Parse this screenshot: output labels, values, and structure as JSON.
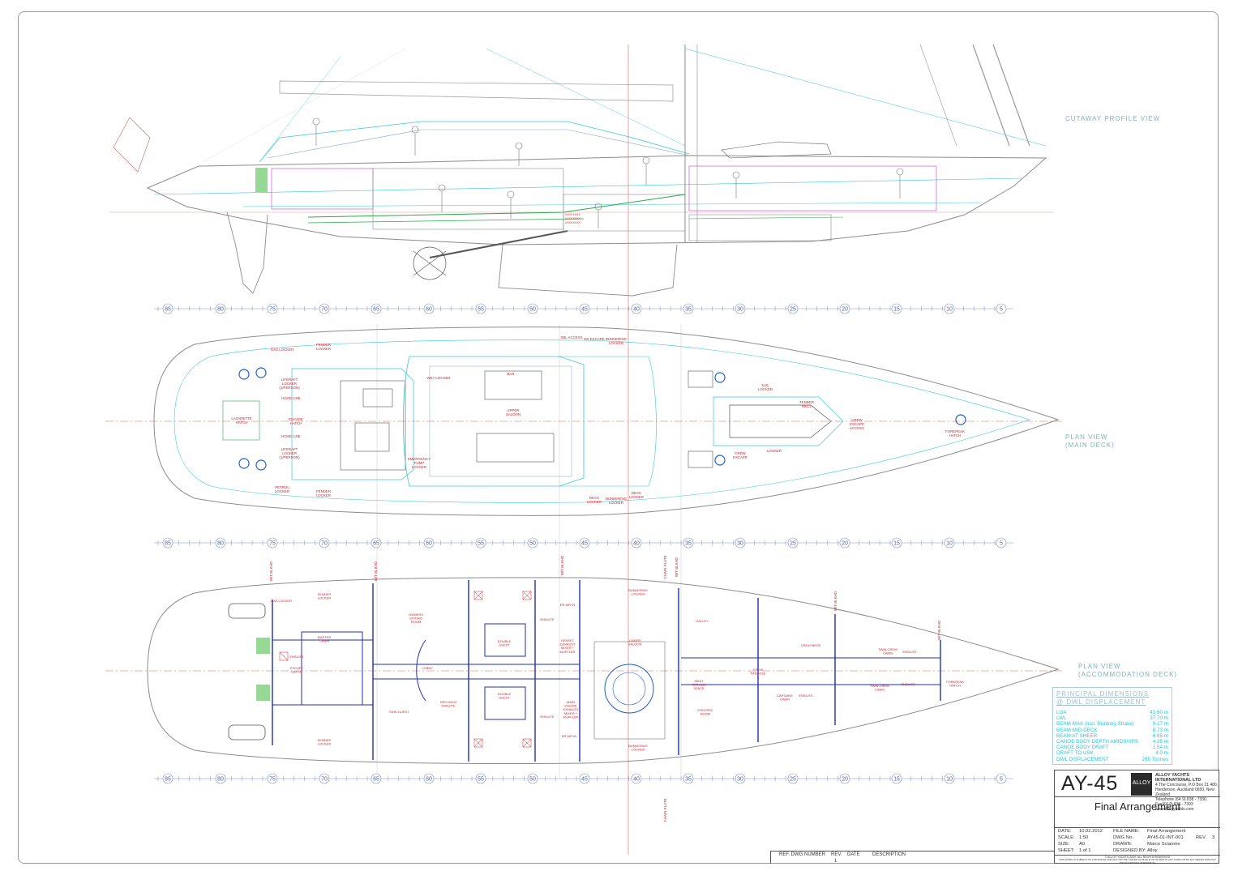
{
  "views": {
    "profile_label": "CUTAWAY PROFILE VIEW",
    "plan_label": "PLAN VIEW",
    "plan_sub": "(MAIN DECK)",
    "accom_label": "PLAN VIEW",
    "accom_sub": "(ACCOMMODATION DECK)"
  },
  "frame_numbers": [
    "85",
    "80",
    "75",
    "70",
    "65",
    "60",
    "55",
    "50",
    "45",
    "40",
    "35",
    "30",
    "25",
    "20",
    "15",
    "10",
    "5"
  ],
  "main_deck_labels": {
    "gas_locker": "GAS LOCKER",
    "fender_locker_1": "FENDER LOCKER",
    "liferaft_1": "LIFERAFT LOCKER (1/PERSON)",
    "hose_line_1": "HOSE LINE",
    "escape_hatch": "ESCAPE HATCH",
    "lazarette_hatch": "LAZARETTE HATCH",
    "hose_line_2": "HOSE LINE",
    "liferaft_2": "LIFERAFT LOCKER (1/PERSON)",
    "petrol_locker": "PETROL LOCKER",
    "fender_locker_2": "FENDER LOCKER",
    "wet_locker": "WET LOCKER",
    "bar": "BAR",
    "upper_saloon": "UPPER SALOON",
    "emergency_pump": "EMERGENCY PUMP LOCKER",
    "sbl_access": "SBL ACCESS",
    "er_escape": "ER ESCAPE",
    "bunkering_locker_1": "BUNKERING LOCKER",
    "deck_locker_1": "DECK LOCKER",
    "bunkering_locker_2": "BUNKERING LOCKER",
    "deck_locker_2": "DECK LOCKER",
    "sail_locker": "SAIL LOCKER",
    "tender_well": "TENDER WELL",
    "crew_escape": "CREW ESCAPE",
    "locker": "LOCKER",
    "crew_escape_access": "CREW ESCAPE ACCESS",
    "forepeak_hatch": "FOREPEAK HATCH"
  },
  "accom_labels": {
    "wt_bhd_1": "W/T BLKHD",
    "wt_bhd_2": "W/T BLKHD",
    "wt_bhd_3": "W/T BLKHD",
    "wt_bhd_4": "W/T BLKHD",
    "wt_bhd_5": "W/T BLKHD",
    "wt_bhd_6": "W/T BLKHD",
    "chain_plate_1": "CHAIN PLATE",
    "chain_plate_2": "CHAIN PLATE",
    "master_cabin": "MASTER CABIN",
    "ensuite_m": "ENSUITE",
    "escape_hatch_a": "ESCAPE HATCH",
    "owners_sitting": "OWNERS SITTING ROOM",
    "lobby": "LOBBY",
    "twin_guest": "TWIN GUEST",
    "dry_hold": "DRY HOLD ENSUITE",
    "double_guest_1": "DOUBLE GUEST",
    "double_guest_2": "DOUBLE GUEST",
    "ensuite_1": "ENSUITE",
    "ensuite_2": "ENSUITE",
    "gen_exhaust_1": "GENSET EXHAUST MIXER + MUFFLER",
    "gen_exhaust_2": "MAIN ENGINE EXHAUST MIXER + MUFFLER",
    "er_air_1": "ER AIR IN",
    "er_air_2": "ER AIR IN",
    "lower_saloon": "LOWER SALOON",
    "galley": "GALLEY",
    "mast_service": "MAST SERVICE SPACE",
    "crew_passage": "CREW PASSAGE",
    "control_room": "CONTROL ROOM",
    "captains_cabin": "CAPTAINS CABIN",
    "crew_mess": "CREW MESS",
    "twin_crew_1": "TWIN CREW CABIN",
    "twin_crew_2": "TWIN CREW CABIN",
    "ensuite_c1": "ENSUITE",
    "ensuite_c2": "ENSUITE",
    "ensuite_c3": "ENSUITE",
    "forepeak_hatch": "FOREPEAK HATCH",
    "fender_locker_a": "FENDER LOCKER",
    "fender_locker_b": "FENDER LOCKER",
    "gas_locker_a": "GAS LOCKER",
    "bunkering_a": "BUNKERING LOCKER",
    "bunkering_b": "BUNKERING LOCKER"
  },
  "principal_dimensions": {
    "title": "PRINCIPAL DIMENSIONS",
    "subtitle": "@ DWL DISPLACEMENT",
    "rows": [
      {
        "label": "LOA",
        "value": "43.60 m"
      },
      {
        "label": "LWL",
        "value": "37.70 m"
      },
      {
        "label": "BEAM MAX (Incl. Rubbing Strake)",
        "value": "9.17 m"
      },
      {
        "label": "BEAM MID-DECK",
        "value": "8.73 m"
      },
      {
        "label": "BEAM AT SHEER",
        "value": "8.65 m"
      },
      {
        "label": "CANOE BODY DEPTH AMIDSHIPS",
        "value": "4.35 m"
      },
      {
        "label": "CANOE BODY DRAFT",
        "value": "1.54 m"
      },
      {
        "label": "DRAFT TO USK",
        "value": "4.0 m"
      },
      {
        "label": "DWL DISPLACEMENT",
        "value": "265 Tonnes"
      }
    ]
  },
  "title_block": {
    "code": "AY-45",
    "logo_text": "ALLOY",
    "company": "ALLOY YACHTS INTERNATIONAL LTD",
    "address": "4 The Concourse, P.O Box 21 480, Henderson, Auckland 0650, New Zealand",
    "phone": "Telephone (64 9) 838 - 7330, Fax(64 9) 836 - 7393",
    "web": "www.alloyyachts.com",
    "drawing_title": "Final Arrangement",
    "date_label": "DATE:",
    "date": "10.02.2012",
    "file_label": "FILE NAME:",
    "file": "Final Arrangement",
    "scale_label": "SCALE:",
    "scale": "1:50",
    "dwg_label": "DWG No.",
    "dwg": "AY45-01-INT-001",
    "rev_label": "REV.",
    "rev": "3",
    "size_label": "SIZE:",
    "size": "A0",
    "drawn_label": "DRAWN:",
    "drawn": "Marco Sciarone",
    "sheet_label": "SHEET:",
    "sheet": "1 of 1",
    "designed_label": "DESIGNED BY:",
    "designed": "Alloy",
    "copyright": "© ALLOY YACHTS 2009. ALL RIGHTS RESERVED",
    "notice": "THIS WORK IS SUBJECT TO COPYRIGHT AND MAY NOT BE COPIED IN WHOLE OR IN PART IN ANY FORM OR BY ANY MEANS WITHOUT PRIOR WRITTEN PERMISSION"
  },
  "revision_block": {
    "ref": "REF. DWG NUMBER",
    "rev": "REV.",
    "date": "DATE",
    "desc": "DESCRIPTION",
    "rev_no": "1"
  },
  "colors": {
    "hull_line": "#8c8c8c",
    "cyan": "#37c6d6",
    "red_label": "#d2202a",
    "blue_wall": "#1f2fb3",
    "green": "#2ea84a",
    "magenta": "#c040c8"
  }
}
